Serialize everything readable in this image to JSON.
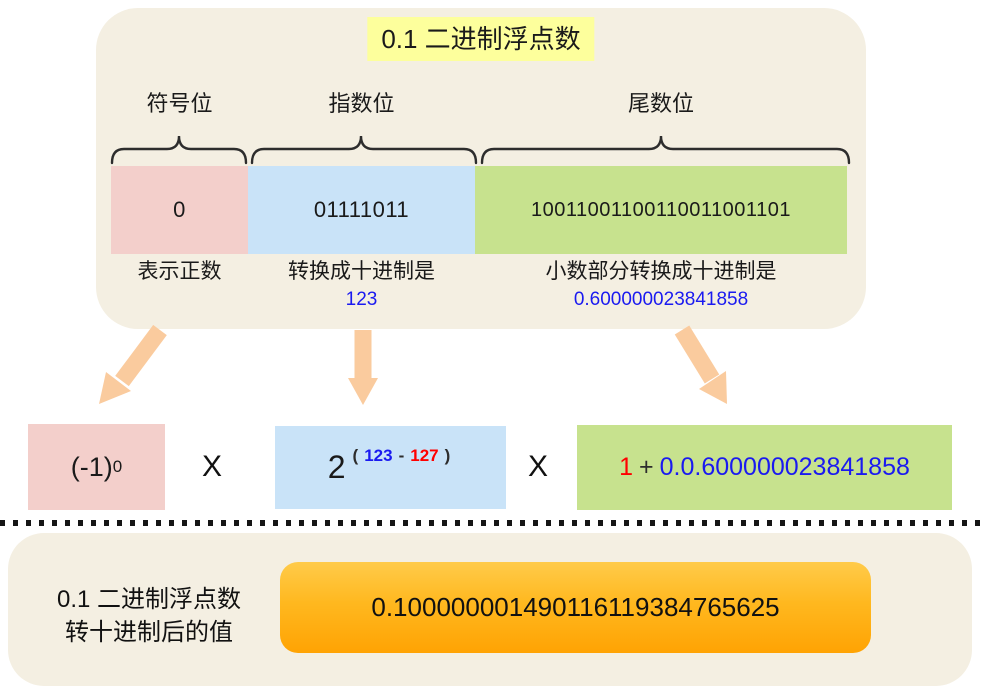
{
  "panel_top": {
    "title": "0.1 二进制浮点数",
    "sign": {
      "label": "符号位",
      "bits": "0",
      "note": "表示正数"
    },
    "exponent": {
      "label": "指数位",
      "bits": "01111011",
      "note": "转换成十进制是",
      "value": "123"
    },
    "mantissa": {
      "label": "尾数位",
      "bits": "10011001100110011001101",
      "note": "小数部分转换成十进制是",
      "value": "0.600000023841858"
    }
  },
  "formula": {
    "sign_base": "(-1)",
    "sign_sup": "0",
    "times": "X",
    "exp_base": "2",
    "exp_open": "(",
    "exp_value": "123",
    "exp_minus": "-",
    "exp_bias": "127",
    "exp_close": ")",
    "man_one": "1",
    "man_plus": "+",
    "man_frac": "0.0.600000023841858"
  },
  "result": {
    "label_line1": "0.1 二进制浮点数",
    "label_line2": "转十进制后的值",
    "value": "0.100000001490116119384765625"
  },
  "colors": {
    "panel_bg": "#f4efe2",
    "title_highlight": "#fdff9c",
    "sign_box": "#f3cfcb",
    "exponent_box": "#c9e3f8",
    "mantissa_box": "#c7e28e",
    "arrow": "#facb9e",
    "value_blue": "#1a1af0",
    "accent_red": "#ff0000",
    "result_box_top": "#ffcb4a",
    "result_box_bottom": "#ffa303"
  }
}
